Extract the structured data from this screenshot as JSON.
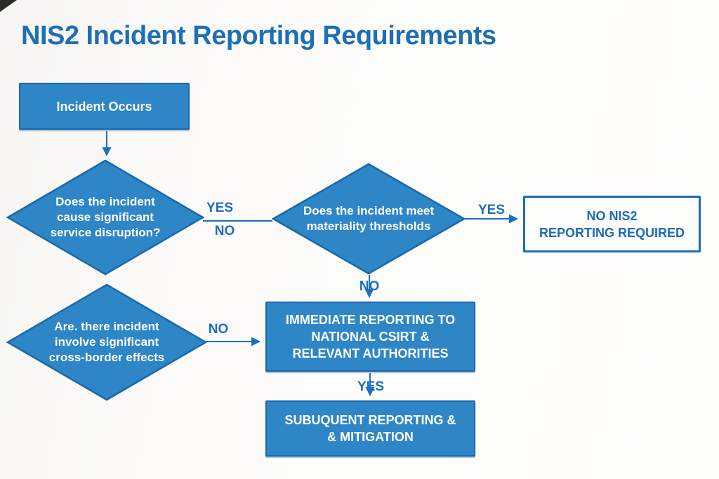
{
  "page": {
    "title": "NIS2 Incident Reporting Requirements"
  },
  "colors": {
    "node_fill": "#2e86c7",
    "node_border": "#1a67ad",
    "accent_blue": "#1c6fbe",
    "title_blue": "#1d6fb6",
    "background": "#fcfbf9",
    "node_text": "#ffffff"
  },
  "nodes": {
    "incident": {
      "label": "Incident Occurs"
    },
    "disruption_diamond": {
      "lines": [
        "Does the incident",
        "cause significant",
        "service disruption?"
      ]
    },
    "materiality_diamond": {
      "lines": [
        "Does the incident meet",
        "materiality thresholds"
      ]
    },
    "crossborder_diamond": {
      "lines": [
        "Are. there incident",
        "involve significant",
        "cross-border effects"
      ]
    },
    "no_reporting": {
      "lines": [
        "NO NIS2",
        "REPORTING REQUIRED"
      ]
    },
    "immediate_reporting": {
      "lines": [
        "IMMEDIATE REPORTING TO",
        "NATIONAL CSIRT &",
        "RELEVANT AUTHORITIES"
      ]
    },
    "subsequent_reporting": {
      "lines": [
        "SUBUQUENT REPORTING &",
        "& MITIGATION"
      ]
    }
  },
  "edge_labels": {
    "disruption_yes": "YES",
    "disruption_no": "NO",
    "materiality_yes": "YES",
    "materiality_no": "NO",
    "crossborder_no": "NO",
    "immediate_yes": "YES"
  }
}
